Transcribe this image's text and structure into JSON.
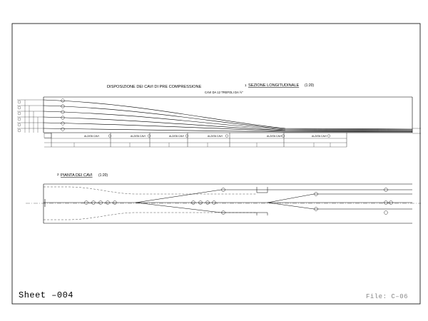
{
  "drawing": {
    "title": "DISPOSIZIONE DEI CAVI DI PRE COMPRESSIONE",
    "long_section": {
      "label": "SEZIONE LONGITUDINALE",
      "scale": "(1:20)",
      "section_num": "1",
      "note": "CAVI DA 12 TREFOLI DA ½\""
    },
    "plan": {
      "label": "PIANTA DEI CAVI",
      "scale": "(1:20)",
      "section_num": "2"
    },
    "alzata_labels": [
      "ALZATA CAVI",
      "ALZATA CAVI",
      "ALZATA CAVI",
      "ALZATA CAVI",
      "ALZATA CAVI",
      "ALZATA CAVI"
    ],
    "cable_numbers": [
      "6",
      "5",
      "4",
      "3",
      "2",
      "1"
    ]
  },
  "footer": {
    "sheet": "Sheet  –004",
    "file": "File: C–06"
  }
}
